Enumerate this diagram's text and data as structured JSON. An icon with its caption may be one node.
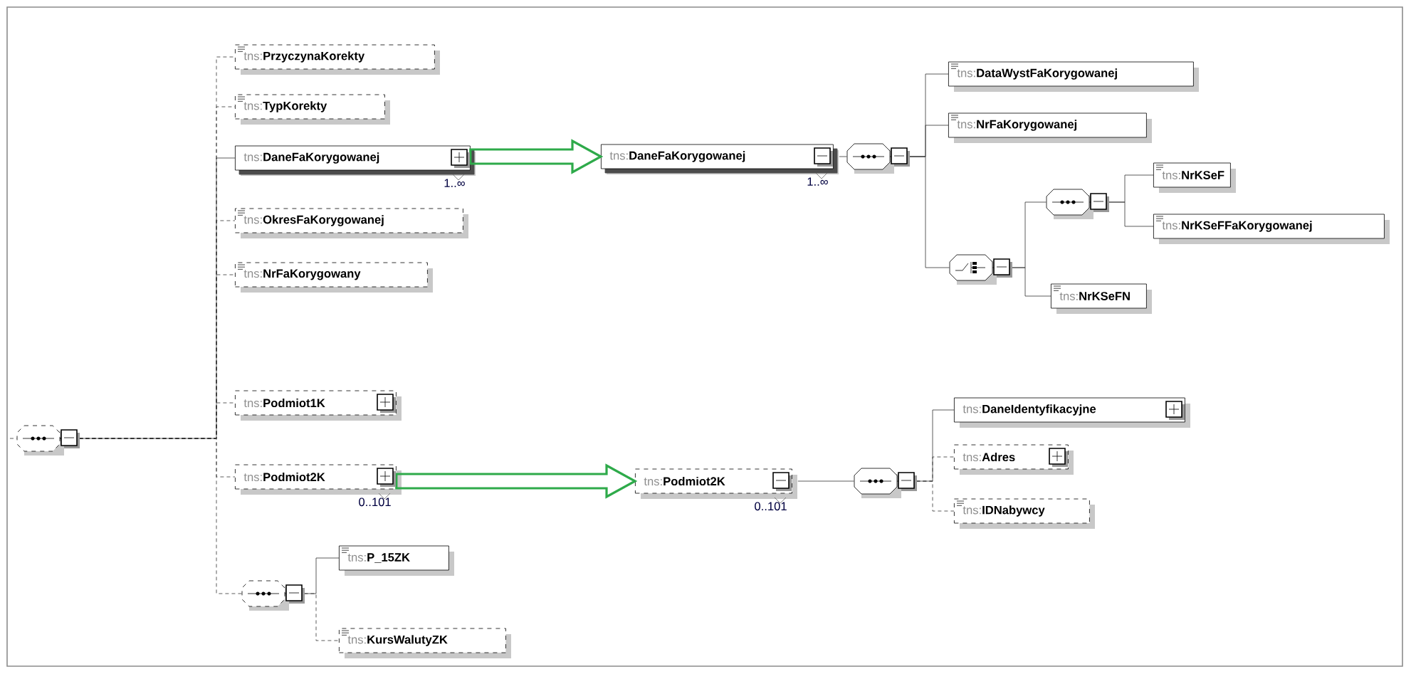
{
  "diagram": {
    "nodes": [
      {
        "text": [],
        "shape": "octagon"
      },
      {
        "text": [
          "tns:**PrzyczynaKorekty**"
        ]
      },
      {
        "text": [
          "tns:**TypKorekty**"
        ]
      },
      {
        "text": [
          "tns:**DaneFaKorygowanej**"
        ],
        "beside": [
          "1..∞"
        ]
      },
      {
        "text": [
          "tns:**OkresFaKorygowanej**"
        ]
      },
      {
        "text": [
          "tns:**NrFaKorygowany**"
        ]
      },
      {
        "text": [
          "tns:**Podmiot1K**"
        ]
      },
      {
        "text": [
          "tns:**Podmiot2K**"
        ],
        "beside": [
          "0..101"
        ]
      },
      {
        "text": [],
        "shape": "octagon"
      },
      {
        "text": [
          "tns:**P_15ZK**"
        ]
      },
      {
        "text": [
          "tns:**KursWalutyZK**"
        ]
      },
      {
        "text": [
          "tns:**DaneFaKorygowanej**"
        ],
        "beside": [
          "1..∞"
        ]
      },
      {
        "text": [],
        "shape": "octagon"
      },
      {
        "text": [
          "tns:**DataWystFaKorygowanej**"
        ]
      },
      {
        "text": [
          "tns:**NrFaKorygowanej**"
        ]
      },
      {
        "text": [],
        "shape": "octagon"
      },
      {
        "text": [],
        "shape": "octagon"
      },
      {
        "text": [
          "tns:**NrKSeF**"
        ]
      },
      {
        "text": [
          "tns:**NrKSeFFaKorygowanej**"
        ]
      },
      {
        "text": [
          "tns:**NrKSeFN**"
        ]
      },
      {
        "text": [
          "tns:**Podmiot2K**"
        ],
        "beside": [
          "0..101"
        ]
      },
      {
        "text": [],
        "shape": "octagon"
      },
      {
        "text": [
          "tns:**DaneIdentyfikacyjne**"
        ]
      },
      {
        "text": [
          "tns:**Adres**"
        ]
      },
      {
        "text": [
          "tns:**IDNabywcy**"
        ]
      }
    ],
    "edges": [
      {
        "from": null,
        "to": 0,
        "arrow": "none",
        "style": "dashed"
      },
      {
        "from": 0,
        "to": 1,
        "arrow": "none",
        "style": "dashed"
      },
      {
        "from": 0,
        "to": 2,
        "arrow": "none",
        "style": "dashed"
      },
      {
        "from": 0,
        "to": 3,
        "arrow": "none"
      },
      {
        "from": 0,
        "to": 4,
        "arrow": "none",
        "style": "dashed"
      },
      {
        "from": 0,
        "to": 5,
        "arrow": "none",
        "style": "dashed"
      },
      {
        "from": 0,
        "to": 6,
        "arrow": "none",
        "style": "dashed"
      },
      {
        "from": 0,
        "to": 7,
        "arrow": "none",
        "style": "dashed"
      },
      {
        "from": 0,
        "to": 8,
        "arrow": "none",
        "style": "dashed"
      },
      {
        "from": 8,
        "to": 9,
        "arrow": "none"
      },
      {
        "from": 8,
        "to": 10,
        "arrow": "none",
        "style": "dashed"
      },
      {
        "from": 3,
        "to": 11,
        "arrow": "to",
        "style": "thick",
        "color": "#2eaa4a"
      },
      {
        "from": 11,
        "to": 12,
        "arrow": "none"
      },
      {
        "from": 12,
        "to": 13,
        "arrow": "none"
      },
      {
        "from": 12,
        "to": 14,
        "arrow": "none"
      },
      {
        "from": 12,
        "to": 15,
        "arrow": "none"
      },
      {
        "from": 15,
        "to": 16,
        "arrow": "none"
      },
      {
        "from": 15,
        "to": 19,
        "arrow": "none"
      },
      {
        "from": 16,
        "to": 17,
        "arrow": "none"
      },
      {
        "from": 16,
        "to": 18,
        "arrow": "none"
      },
      {
        "from": 7,
        "to": 20,
        "arrow": "to",
        "style": "thick",
        "color": "#2eaa4a"
      },
      {
        "from": 20,
        "to": 21,
        "arrow": "none"
      },
      {
        "from": 21,
        "to": 22,
        "arrow": "none"
      },
      {
        "from": 21,
        "to": 23,
        "arrow": "none",
        "style": "dashed"
      },
      {
        "from": 21,
        "to": 24,
        "arrow": "none",
        "style": "dashed"
      }
    ]
  }
}
